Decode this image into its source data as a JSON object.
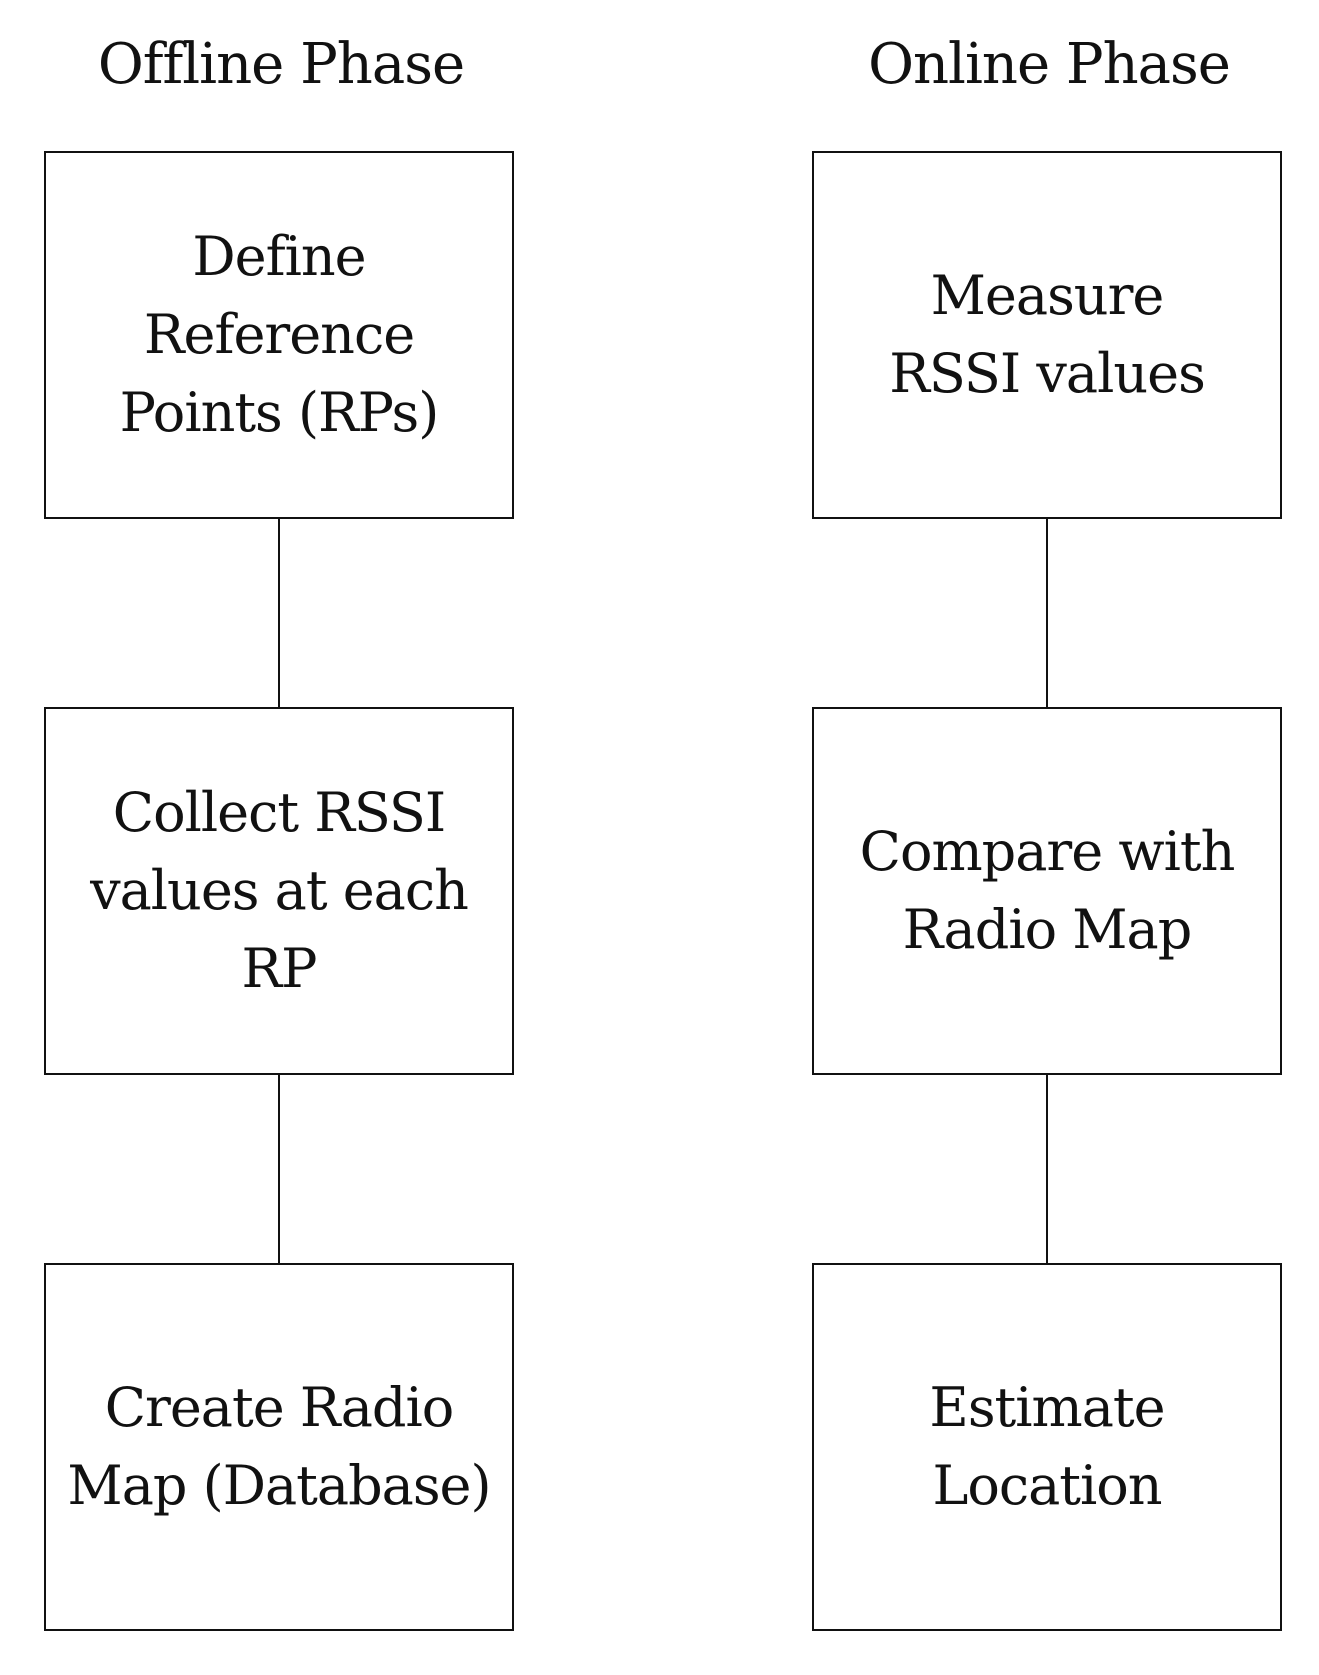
{
  "offline": {
    "title": "Offline Phase",
    "steps": [
      "Define Reference\nPoints (RPs)",
      "Collect RSSI\nvalues at each RP",
      "Create Radio\nMap (Database)"
    ]
  },
  "online": {
    "title": "Online Phase",
    "steps": [
      "Measure\nRSSI values",
      "Compare with\nRadio Map",
      "Estimate Location"
    ]
  }
}
